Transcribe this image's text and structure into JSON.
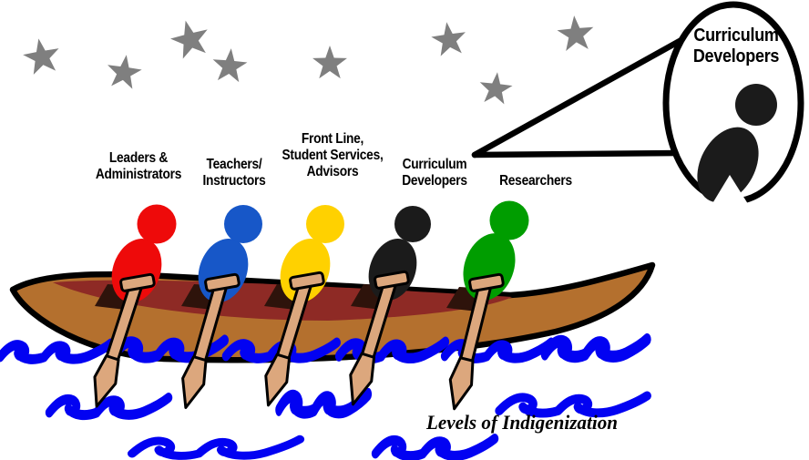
{
  "caption": {
    "text": "Levels of Indigenization"
  },
  "callout": {
    "label": "Curriculum\nDevelopers"
  },
  "paddlers": [
    {
      "label": "Leaders &\nAdministrators",
      "color": "#ee0a0a"
    },
    {
      "label": "Teachers/\nInstructors",
      "color": "#1757c8"
    },
    {
      "label": "Front Line,\nStudent Services,\nAdvisors",
      "color": "#ffd100"
    },
    {
      "label": "Curriculum\nDevelopers",
      "color": "#1b1b1b"
    },
    {
      "label": "Researchers",
      "color": "#009d00"
    }
  ],
  "colors": {
    "star": "#7f7f7f",
    "wave": "#0202f2",
    "hull": "#b4702e",
    "hull_interior": "#8e2a25",
    "seat": "#2e130b",
    "paddle": "#dca77d",
    "outline": "#000000",
    "callout_figure": "#1b1b1b"
  }
}
